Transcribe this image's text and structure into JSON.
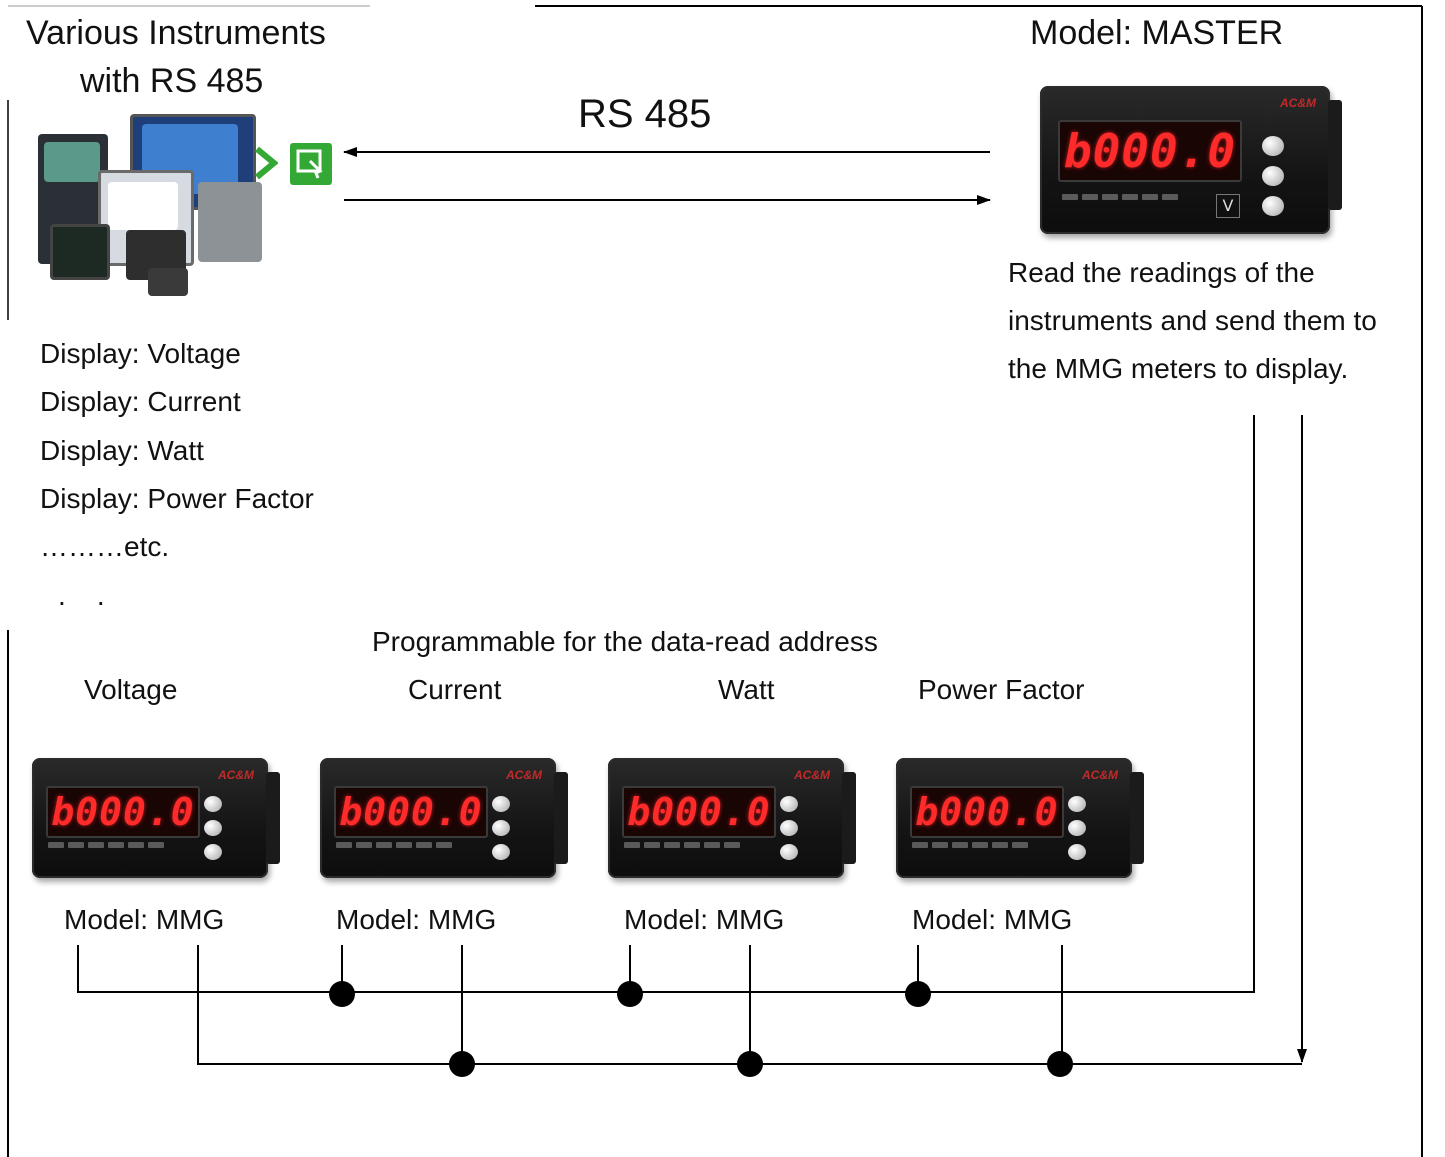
{
  "instruments": {
    "title_line1": "Various Instruments",
    "title_line2": "with RS 485",
    "displays": [
      "Display: Voltage",
      "Display: Current",
      "Display: Watt",
      "Display: Power Factor",
      "………etc.",
      ".    ."
    ]
  },
  "link": {
    "label": "RS 485"
  },
  "master": {
    "model": "Model: MASTER",
    "readout": "b000.0",
    "brand": "AC&M",
    "description_lines": [
      "Read the readings of the",
      "instruments and send them to",
      "the MMG meters to display."
    ]
  },
  "slaves": {
    "heading": "Programmable for the data-read address",
    "meters": [
      {
        "label": "Voltage",
        "model": "Model: MMG",
        "readout": "b000.0"
      },
      {
        "label": "Current",
        "model": "Model: MMG",
        "readout": "b000.0"
      },
      {
        "label": "Watt",
        "model": "Model: MMG",
        "readout": "b000.0"
      },
      {
        "label": "Power Factor",
        "model": "Model: MMG",
        "readout": "b000.0"
      }
    ]
  },
  "icons": [
    "instruments-collage",
    "chevron-right-icon",
    "touch-panel-icon",
    "meter-v-icon"
  ],
  "colors": {
    "accent_green": "#33a835",
    "lcd_red": "#ff2a2a",
    "brand_red": "#c22a2a"
  }
}
